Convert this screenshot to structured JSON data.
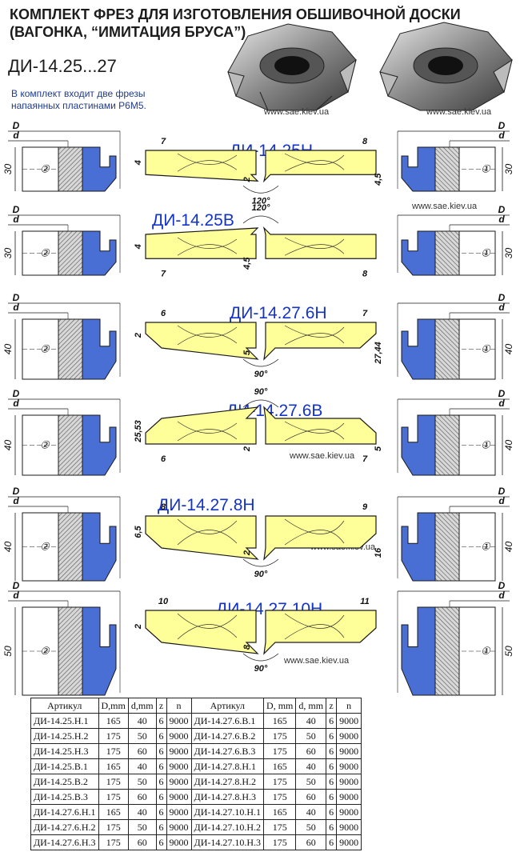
{
  "header": {
    "title_line1": "КОМПЛЕКТ ФРЕЗ ДЛЯ ИЗГОТОВЛЕНИЯ ОБШИВОЧНОЙ ДОСКИ",
    "title_line2": "(ВАГОНКА, “ИМИТАЦИЯ БРУСА”)",
    "code": "ДИ-14.25...27",
    "note_line1": "В комплект входит две фрезы",
    "note_line2": "напаянных пластинами Р6М5."
  },
  "watermark": "www.sae.kiev.ua",
  "colors": {
    "board": "#ffff99",
    "cutter_body": "#4a6fd4",
    "line": "#1a1a1a",
    "product_name": "#1433c9"
  },
  "profiles": [
    {
      "name": "ДИ-14.25Н",
      "cutter_height": "30",
      "top_left": "7",
      "top_right": "8",
      "angle": "120°",
      "dims": [
        "4",
        "2",
        "4,5"
      ]
    },
    {
      "name": "ДИ-14.25В",
      "cutter_height": "30",
      "bottom_left": "7",
      "bottom_right": "8",
      "angle": "120°",
      "dims": [
        "4",
        "4,5"
      ]
    },
    {
      "name": "ДИ-14.27.6Н",
      "cutter_height": "40",
      "top_left": "6",
      "top_right": "7",
      "angle": "90°",
      "dims": [
        "2",
        "5",
        "27,44"
      ]
    },
    {
      "name": "ДИ-14.27.6В",
      "cutter_height": "40",
      "bottom_left": "6",
      "bottom_right": "7",
      "angle": "90°",
      "dims": [
        "25,53",
        "2",
        "5"
      ]
    },
    {
      "name": "ДИ-14.27.8Н",
      "cutter_height": "40",
      "top_left": "8",
      "top_right": "9",
      "angle": "90°",
      "dims": [
        "6,5",
        "2",
        "16"
      ]
    },
    {
      "name": "ДИ-14.27.10Н",
      "cutter_height": "50",
      "top_left": "10",
      "top_right": "11",
      "angle": "90°",
      "dims": [
        "2",
        "8"
      ]
    }
  ],
  "cutter_labels": {
    "D": "D",
    "d": "d",
    "left_id": "②",
    "right_id": "①"
  },
  "table": {
    "headers": [
      "Артикул",
      "D,mm",
      "d,mm",
      "z",
      "n",
      "Артикул",
      "D, mm",
      "d, mm",
      "z",
      "n"
    ],
    "rows": [
      [
        "ДИ-14.25.Н.1",
        "165",
        "40",
        "6",
        "9000",
        "ДИ-14.27.6.В.1",
        "165",
        "40",
        "6",
        "9000"
      ],
      [
        "ДИ-14.25.Н.2",
        "175",
        "50",
        "6",
        "9000",
        "ДИ-14.27.6.В.2",
        "175",
        "50",
        "6",
        "9000"
      ],
      [
        "ДИ-14.25.Н.3",
        "175",
        "60",
        "6",
        "9000",
        "ДИ-14.27.6.В.3",
        "175",
        "60",
        "6",
        "9000"
      ],
      [
        "ДИ-14.25.В.1",
        "165",
        "40",
        "6",
        "9000",
        "ДИ-14.27.8.Н.1",
        "165",
        "40",
        "6",
        "9000"
      ],
      [
        "ДИ-14.25.В.2",
        "175",
        "50",
        "6",
        "9000",
        "ДИ-14.27.8.Н.2",
        "175",
        "50",
        "6",
        "9000"
      ],
      [
        "ДИ-14.25.В.3",
        "175",
        "60",
        "6",
        "9000",
        "ДИ-14.27.8.Н.3",
        "175",
        "60",
        "6",
        "9000"
      ],
      [
        "ДИ-14.27.6.Н.1",
        "165",
        "40",
        "6",
        "9000",
        "ДИ-14.27.10.Н.1",
        "165",
        "40",
        "6",
        "9000"
      ],
      [
        "ДИ-14.27.6.Н.2",
        "175",
        "50",
        "6",
        "9000",
        "ДИ-14.27.10.Н.2",
        "175",
        "50",
        "6",
        "9000"
      ],
      [
        "ДИ-14.27.6.Н.3",
        "175",
        "60",
        "6",
        "9000",
        "ДИ-14.27.10.Н.3",
        "175",
        "60",
        "6",
        "9000"
      ]
    ]
  }
}
